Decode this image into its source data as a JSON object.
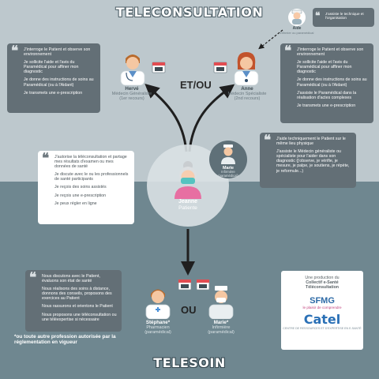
{
  "titles": {
    "top": "TELECONSULTATION",
    "bottom": "TELESOIN"
  },
  "connectors": {
    "et_ou": "ET/OU",
    "ou": "OU"
  },
  "people": {
    "aide": {
      "name": "Aide",
      "role": "infirmier ou paramédical"
    },
    "herve": {
      "name": "Hervé",
      "role": "Médecin Généraliste",
      "sub": "(1er recours)"
    },
    "anne": {
      "name": "Anne",
      "role": "Médecin Spécialiste",
      "sub": "(2nd recours)"
    },
    "jeanne": {
      "name": "Jeanne",
      "role": "Patiente"
    },
    "marie_top": {
      "name": "Marie",
      "role": "Infirmière",
      "sub": "(paramédical)"
    },
    "stephane": {
      "name": "Stéphane*",
      "role": "Pharmacien",
      "sub": "(paramédical)"
    },
    "marie_bottom": {
      "name": "Marie*",
      "role": "Infirmière",
      "sub": "(paramédical)"
    }
  },
  "bubbles": {
    "aide": [
      "J'assiste le technique et l'organisation"
    ],
    "herve": [
      "J'interroge le Patient et observe son environnement",
      "Je sollicite l'aide et l'avis du Paramédical pour affiner mon diagnostic",
      "Je donne des instructions de soins au Paramédical (ou à l'Aidant)",
      "Je transmets une e-prescription"
    ],
    "anne": [
      "J'interroge le Patient et observe son environnement",
      "Je sollicite l'aide et l'avis du Paramédical pour affiner mon diagnostic",
      "Je donne des instructions de soins au Paramédical (ou à l'Aidant)",
      "J'assiste le Paramédical dans la réalisation d'actes complexes",
      "Je transmets une e-prescription"
    ],
    "jeanne": [
      "J'autorise la téléconsultation et partage mes résultats d'examen ou mes données de santé",
      "Je discute avec le ou les professionnels de santé participants",
      "Je reçois des soins assistés",
      "Je reçois une e-prescription",
      "Je peux régler en ligne"
    ],
    "marie": [
      "J'aide techniquement le Patient sur le même lieu physique",
      "J'assiste le Médecin généraliste ou spécialiste pour l'aider dans son diagnostic (j'observe, je vérifie, je mesure, je palpe, je soutiens, je répète, je reformule...)"
    ],
    "telesoin": [
      "Nous discutons avec le Patient, évaluons son état de santé",
      "Nous réalisons des soins à distance, donnons des conseils, proposons des exercices au Patient",
      "Nous rassurons et orientons le Patient",
      "Nous proposons une téléconsultation ou une téléexpertise si nécessaire"
    ]
  },
  "footnote": "*ou toute autre profession autorisée par la réglementation en vigueur",
  "logo_box": {
    "line1": "Une production du",
    "line2": "Collectif e-Santé",
    "line3": "Téléconsultation",
    "sfmg": "SFMG",
    "sfmg_sub": "le plaisir de comprendre",
    "catel": "Catel",
    "catel_sub": "CENTRE DE RESSOURCES ET D'EXPERTISE EN E-SANTÉ"
  },
  "colors": {
    "top_background": "#bdc8cd",
    "bottom_background": "#6f8790",
    "bubble_dark": "#636f76",
    "arrow": "#1f1f1f"
  }
}
